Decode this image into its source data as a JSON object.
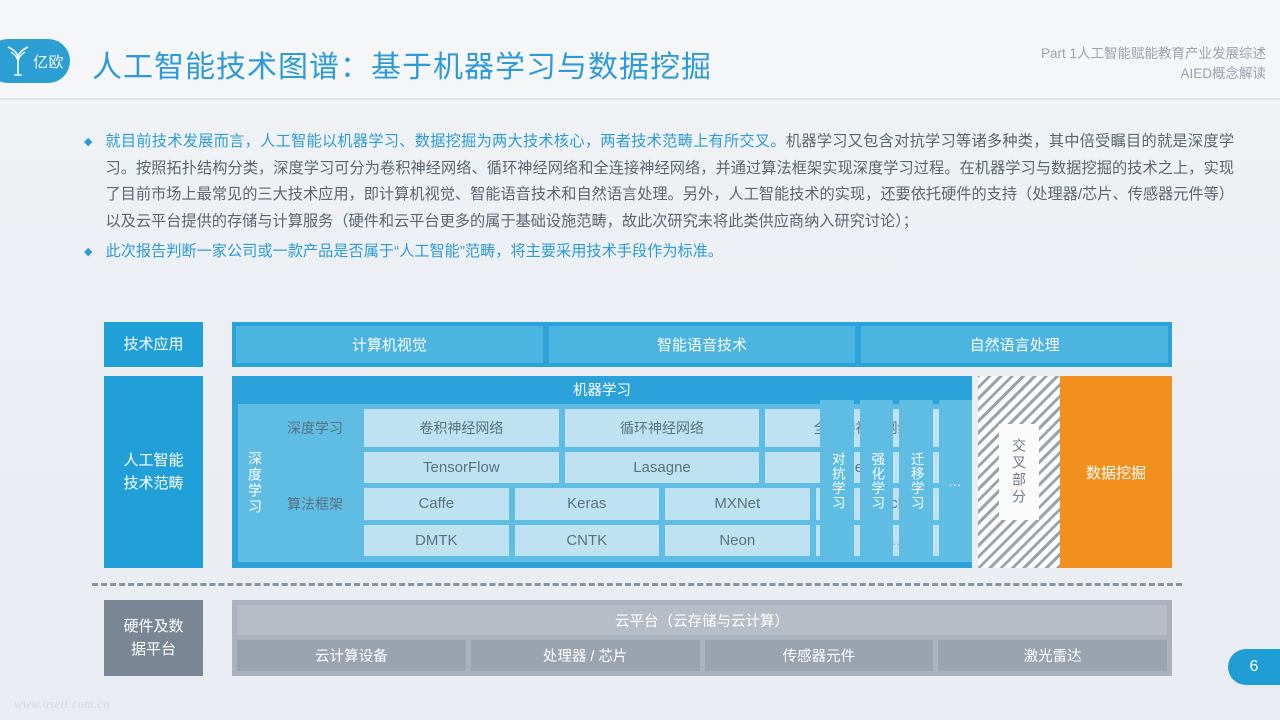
{
  "header": {
    "logo_text": "亿欧",
    "title": "人工智能技术图谱：基于机器学习与数据挖掘",
    "right_line1": "Part 1人工智能赋能教育产业发展综述",
    "right_line2": "AIED概念解读"
  },
  "bullets": [
    {
      "marker": "◆",
      "parts": [
        {
          "text": "就目前技术发展而言，人工智能以机器学习、数据挖掘为两大技术核心，两者技术范畴上有所交叉。",
          "highlight": true
        },
        {
          "text": "机器学习又包含对抗学习等诸多种类，其中倍受瞩目的就是深度学习。按照拓扑结构分类，深度学习可分为卷积神经网络、循环神经网络和全连接神经网络，并通过算法框架实现深度学习过程。在机器学习与数据挖掘的技术之上，实现了目前市场上最常见的三大技术应用，即计算机视觉、智能语音技术和自然语言处理。另外，人工智能技术的实现，还要依托硬件的支持（处理器/芯片、传感器元件等）以及云平台提供的存储与计算服务（硬件和云平台更多的属于基础设施范畴，故此次研究未将此类供应商纳入研究讨论）；",
          "highlight": false
        }
      ]
    },
    {
      "marker": "◆",
      "parts": [
        {
          "text": "此次报告判断一家公司或一款产品是否属于“人工智能”范畴，将主要采用技术手段作为标准。",
          "highlight": true
        }
      ]
    }
  ],
  "diagram": {
    "row_labels": {
      "applications": "技术应用",
      "ai_scope": "人工智能\n技术范畴",
      "ai_scope_line1": "人工智能",
      "ai_scope_line2": "技术范畴",
      "hardware": "硬件及数\n据平台",
      "hardware_line1": "硬件及数",
      "hardware_line2": "据平台"
    },
    "applications": [
      "计算机视觉",
      "智能语音技术",
      "自然语言处理"
    ],
    "machine_learning": {
      "title": "机器学习",
      "deep_learning_vertical": "深度学习",
      "topology_label": "深度学习",
      "topologies": [
        "卷积神经网络",
        "循环神经网络",
        "全连接神经网络"
      ],
      "framework_label": "算法框架",
      "frameworks": [
        [
          "TensorFlow",
          "Lasagne",
          "Theano"
        ],
        [
          "Caffe",
          "Keras",
          "MXNet",
          "Torch"
        ],
        [
          "DMTK",
          "CNTK",
          "Neon",
          "……"
        ]
      ],
      "other_learnings": [
        "对抗学习",
        "强化学习",
        "迁移学习",
        "…"
      ]
    },
    "cross_section": "交叉部分",
    "data_mining": "数据挖掘",
    "hardware_platform": {
      "cloud": "云平台（云存储与云计算）",
      "items": [
        "云计算设备",
        "处理器 / 芯片",
        "传感器元件",
        "激光雷达"
      ]
    }
  },
  "footer": {
    "watermark": "www.useit.com.cn",
    "page_number": "6"
  },
  "colors": {
    "brand_blue": "#2e9bd6",
    "label_blue": "#21a0d8",
    "panel_blue": "#2ba3da",
    "cell_blue": "#4bb4e0",
    "inner_blue": "#5fbde4",
    "pale_blue": "#bfe2f2",
    "orange": "#f2901e",
    "gray": "#aab2bd",
    "hatch": "#9aa3ad"
  }
}
